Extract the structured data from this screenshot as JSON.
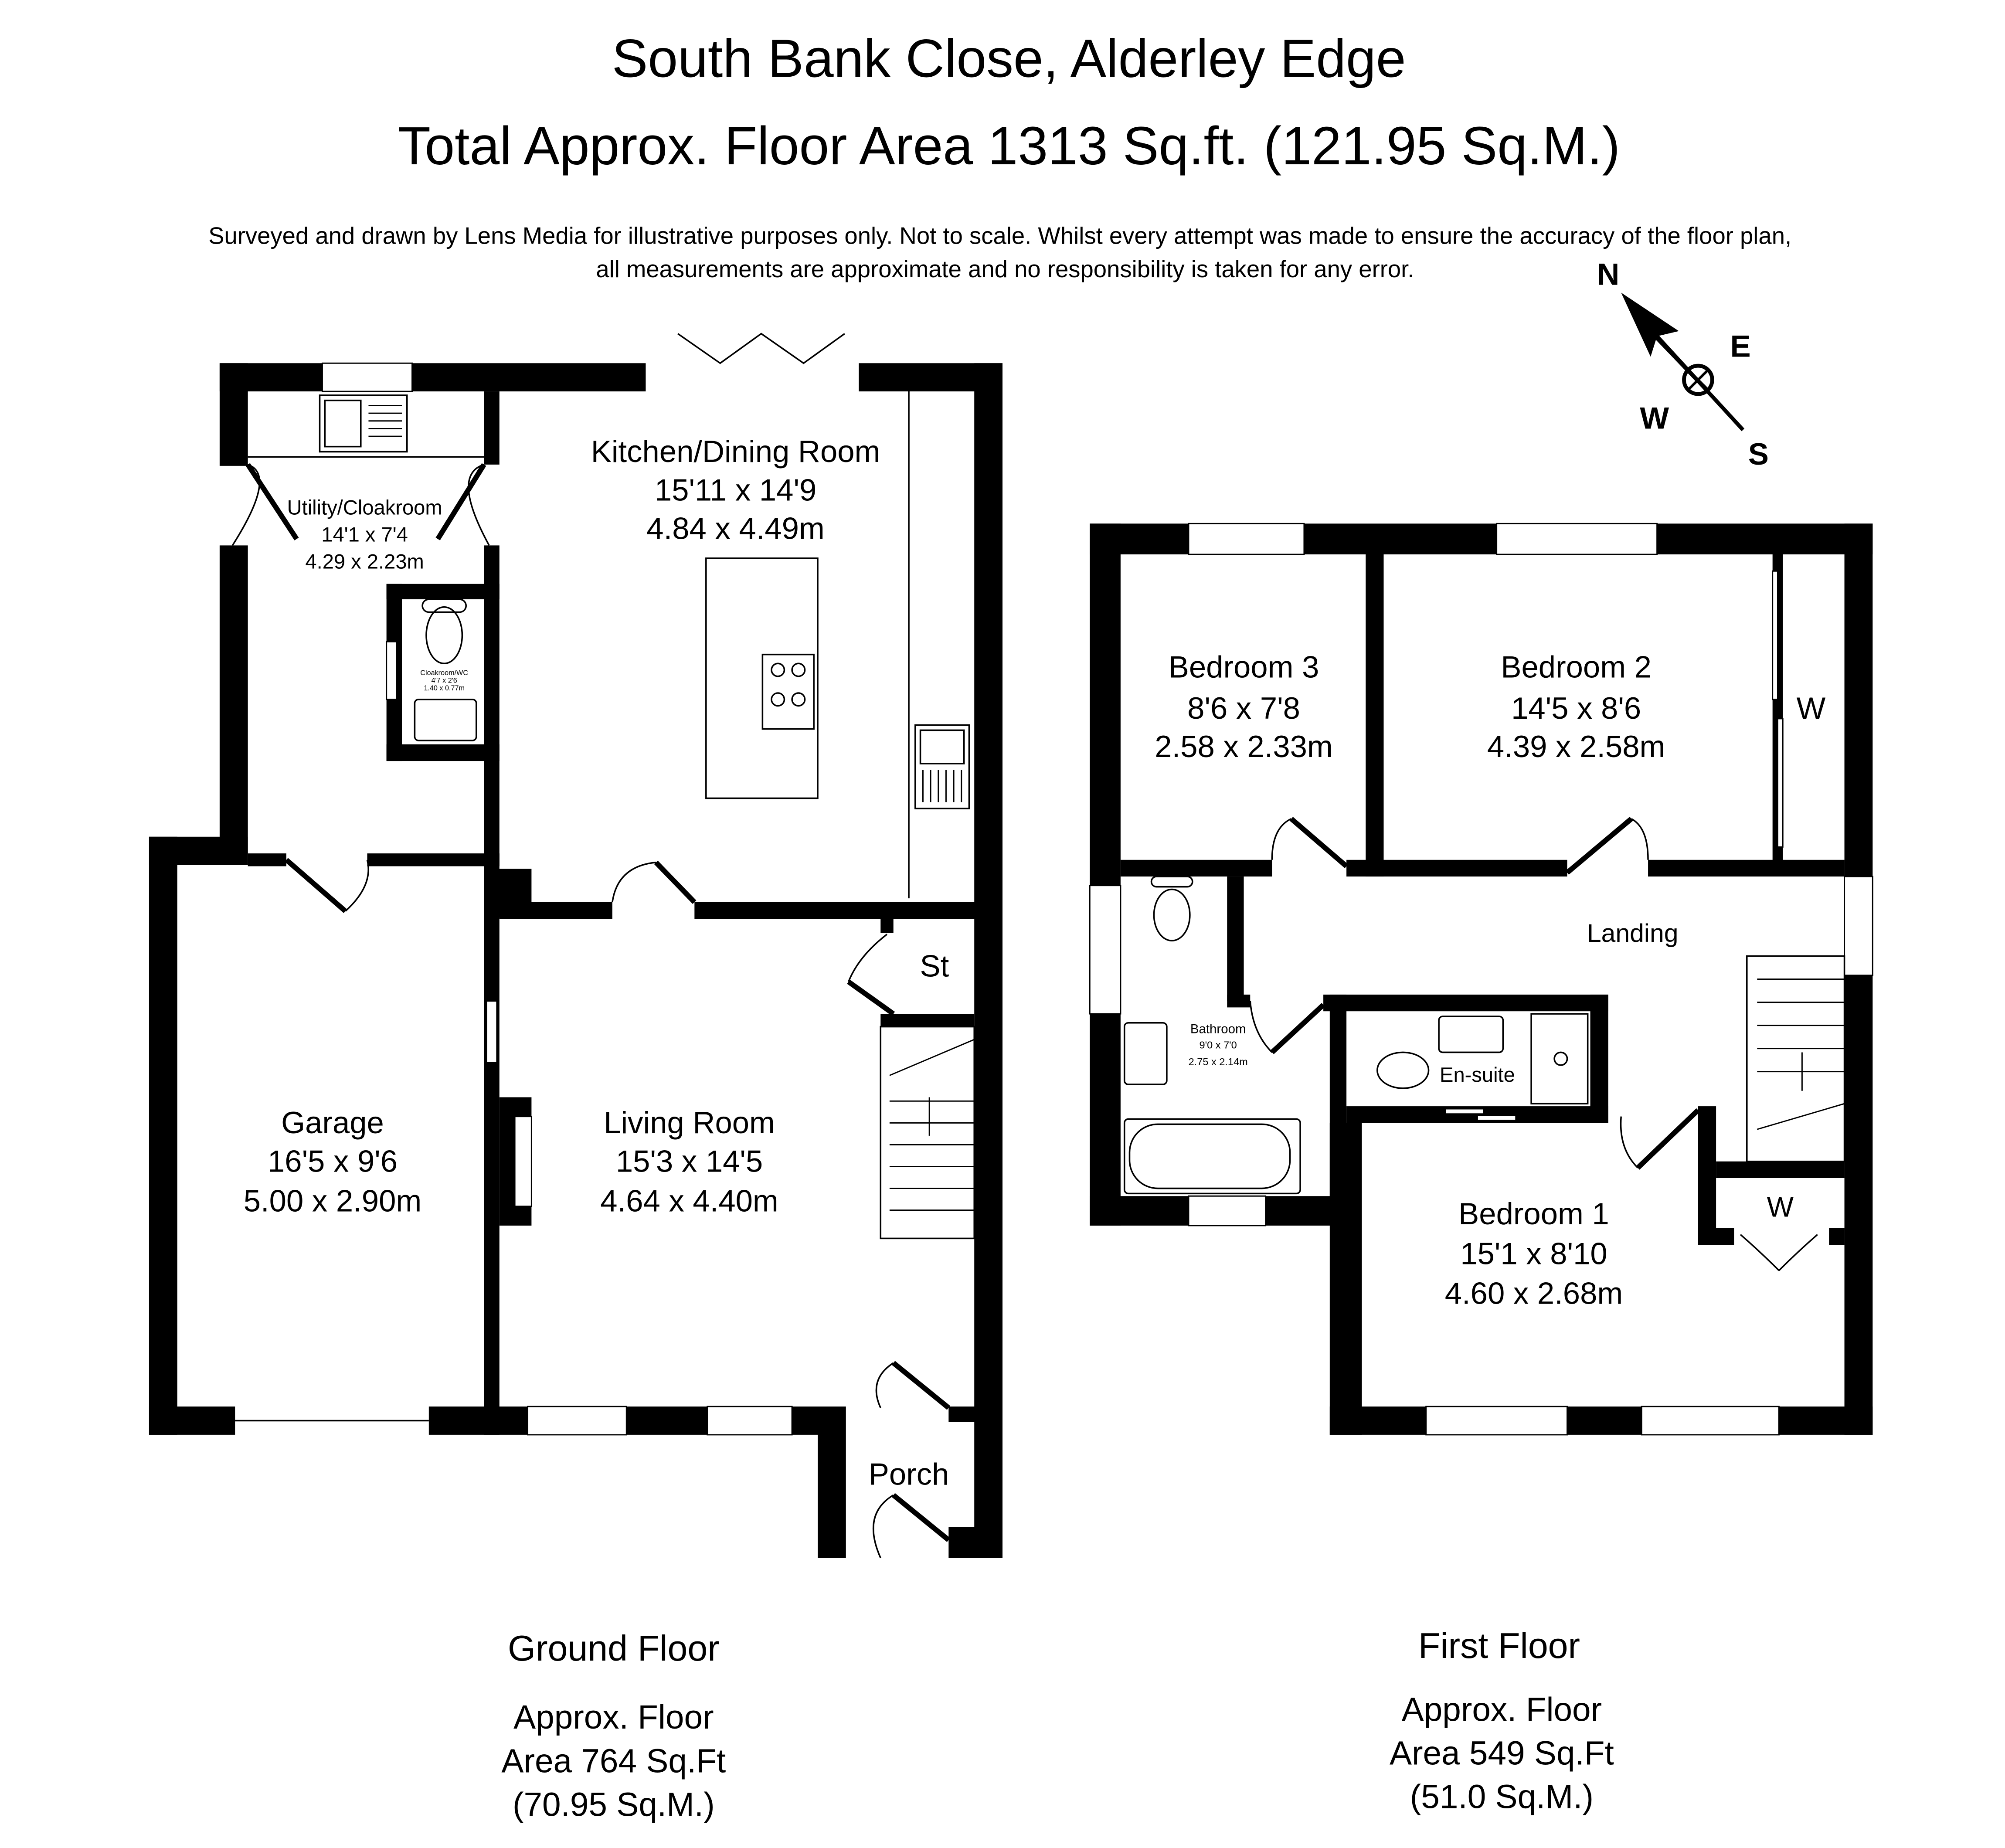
{
  "header": {
    "title": "South Bank Close, Alderley Edge",
    "subtitle": "Total Approx. Floor Area 1313 Sq.ft. (121.95 Sq.M.)",
    "disclaimer_line1": "Surveyed and drawn by Lens Media for illustrative purposes only. Not to scale. Whilst every attempt was made to ensure the accuracy of the floor plan,",
    "disclaimer_line2": "all measurements are approximate and no responsibility is taken for any error."
  },
  "compass": {
    "n": "N",
    "e": "E",
    "s": "S",
    "w": "W"
  },
  "ground_floor": {
    "label": "Ground Floor",
    "area_line1": "Approx. Floor",
    "area_line2": "Area 764 Sq.Ft",
    "area_line3": "(70.95 Sq.M.)",
    "rooms": {
      "kitchen": {
        "name": "Kitchen/Dining Room",
        "imperial": "15'11 x 14'9",
        "metric": "4.84 x 4.49m"
      },
      "utility": {
        "name": "Utility/Cloakroom",
        "imperial": "14'1 x 7'4",
        "metric": "4.29 x 2.23m"
      },
      "cloakroom": {
        "name": "Cloakroom/WC",
        "imperial": "4'7 x 2'6",
        "metric": "1.40 x 0.77m"
      },
      "garage": {
        "name": "Garage",
        "imperial": "16'5 x 9'6",
        "metric": "5.00 x 2.90m"
      },
      "living": {
        "name": "Living Room",
        "imperial": "15'3 x 14'5",
        "metric": "4.64 x 4.40m"
      },
      "store": {
        "name": "St"
      },
      "porch": {
        "name": "Porch"
      }
    }
  },
  "first_floor": {
    "label": "First Floor",
    "area_line1": "Approx. Floor",
    "area_line2": "Area 549 Sq.Ft",
    "area_line3": "(51.0 Sq.M.)",
    "rooms": {
      "bedroom3": {
        "name": "Bedroom 3",
        "imperial": "8'6 x 7'8",
        "metric": "2.58 x 2.33m"
      },
      "bedroom2": {
        "name": "Bedroom 2",
        "imperial": "14'5 x 8'6",
        "metric": "4.39 x 2.58m"
      },
      "wardrobe2": {
        "name": "W"
      },
      "landing": {
        "name": "Landing"
      },
      "bathroom": {
        "name": "Bathroom",
        "imperial": "9'0 x 7'0",
        "metric": "2.75 x 2.14m"
      },
      "ensuite": {
        "name": "En-suite"
      },
      "bedroom1": {
        "name": "Bedroom 1",
        "imperial": "15'1 x 8'10",
        "metric": "4.60 x 2.68m"
      },
      "wardrobe1": {
        "name": "W"
      }
    }
  }
}
